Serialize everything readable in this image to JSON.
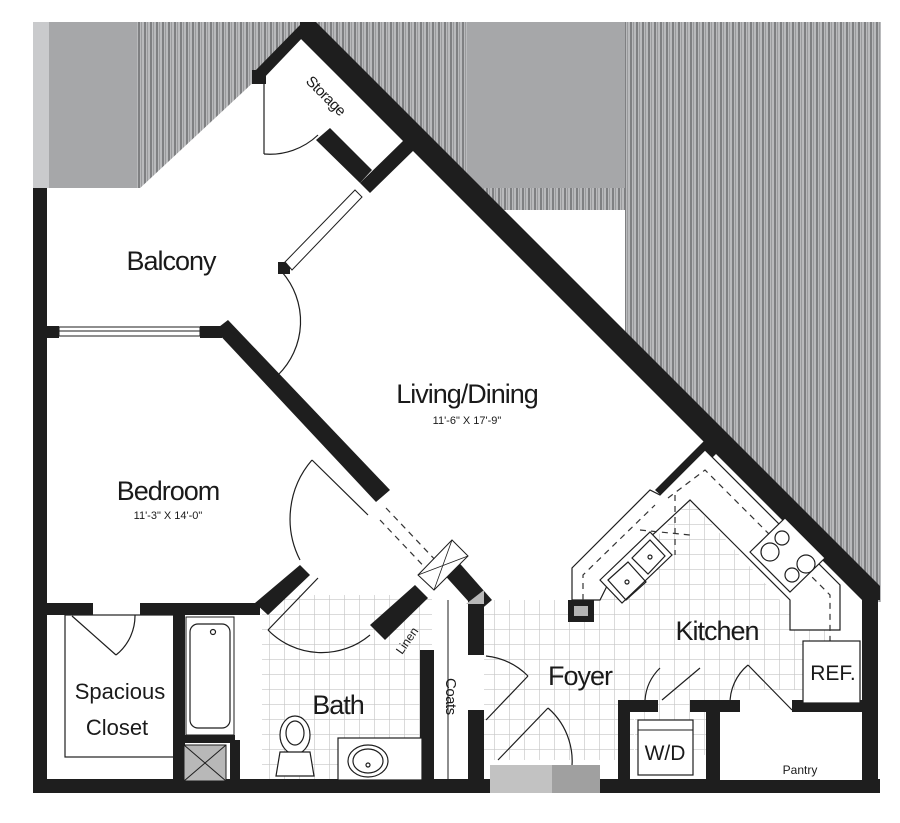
{
  "floorplan": {
    "rooms": {
      "storage": {
        "label": "Storage"
      },
      "balcony": {
        "label": "Balcony"
      },
      "living_dining": {
        "label": "Living/Dining",
        "dimensions": "11'-6\" X 17'-9\""
      },
      "bedroom": {
        "label": "Bedroom",
        "dimensions": "11'-3\" X 14'-0\""
      },
      "spacious_closet": {
        "label_line1": "Spacious",
        "label_line2": "Closet"
      },
      "bath": {
        "label": "Bath"
      },
      "linen": {
        "label": "Linen"
      },
      "coats": {
        "label": "Coats"
      },
      "foyer": {
        "label": "Foyer"
      },
      "kitchen": {
        "label": "Kitchen"
      },
      "washer_dryer": {
        "label": "W/D"
      },
      "refrigerator": {
        "label": "REF."
      },
      "pantry": {
        "label": "Pantry"
      }
    },
    "colors": {
      "wall": "#1e1e1e",
      "floor": "#ffffff",
      "tile_grid": "#c8c8c8",
      "exterior_gray": "#a6a7a9",
      "exterior_stripes": "#8a8b8d"
    }
  }
}
